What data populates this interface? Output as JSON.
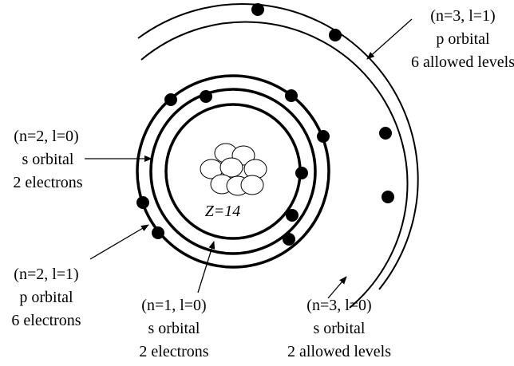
{
  "nucleus": {
    "label": "Z=14"
  },
  "labels": {
    "n3_l1": {
      "quantum": "(n=3, l=1)",
      "orbital": "p orbital",
      "occupancy": "6 allowed levels"
    },
    "n2_l0": {
      "quantum": "(n=2, l=0)",
      "orbital": "s orbital",
      "occupancy": "2 electrons"
    },
    "n2_l1": {
      "quantum": "(n=2, l=1)",
      "orbital": "p orbital",
      "occupancy": "6 electrons"
    },
    "n1_l0": {
      "quantum": "(n=1, l=0)",
      "orbital": "s orbital",
      "occupancy": "2 electrons"
    },
    "n3_l0": {
      "quantum": "(n=3, l=0)",
      "orbital": "s orbital",
      "occupancy": "2 allowed levels"
    }
  },
  "electron_counts": {
    "n1_l0": 2,
    "n2_l0": 2,
    "n2_l1": 6,
    "n3_l0": 2,
    "n3_l1": 2
  }
}
